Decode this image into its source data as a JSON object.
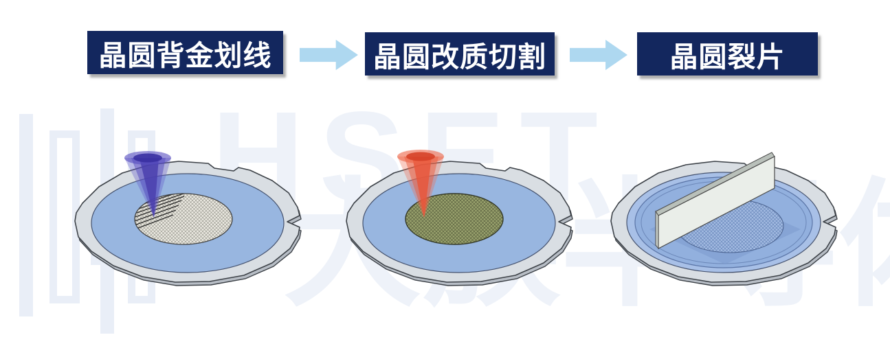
{
  "flow": {
    "steps": [
      {
        "label": "晶圆背金划线"
      },
      {
        "label": "晶圆改质切割"
      },
      {
        "label": "晶圆裂片"
      }
    ]
  },
  "watermark": {
    "latin_text": "HSET",
    "cjk_text": "大族半导体"
  },
  "colors": {
    "header_bg": "#13275e",
    "header_text": "#ffffff",
    "arrow": "#aed8f0",
    "frame_fill": "#d9dee3",
    "frame_under": "#b7bdc5",
    "frame_stroke": "#3c4147",
    "film_blue": "#98b6e0",
    "film_blue_outer3": "#a8c0e7",
    "film_blue_inner3": "#92b0de",
    "wafer1_surface": "#ebe9e1",
    "wafer2_surface": "#99a26d",
    "wafer3_surface": "#a3bbe2",
    "laser_purple": "#4a3fae",
    "laser_red": "#e8573c",
    "blade_face": "#eaeee9",
    "diamond_shadow": "#7b9ace",
    "watermark_color": "#eef2f9"
  }
}
